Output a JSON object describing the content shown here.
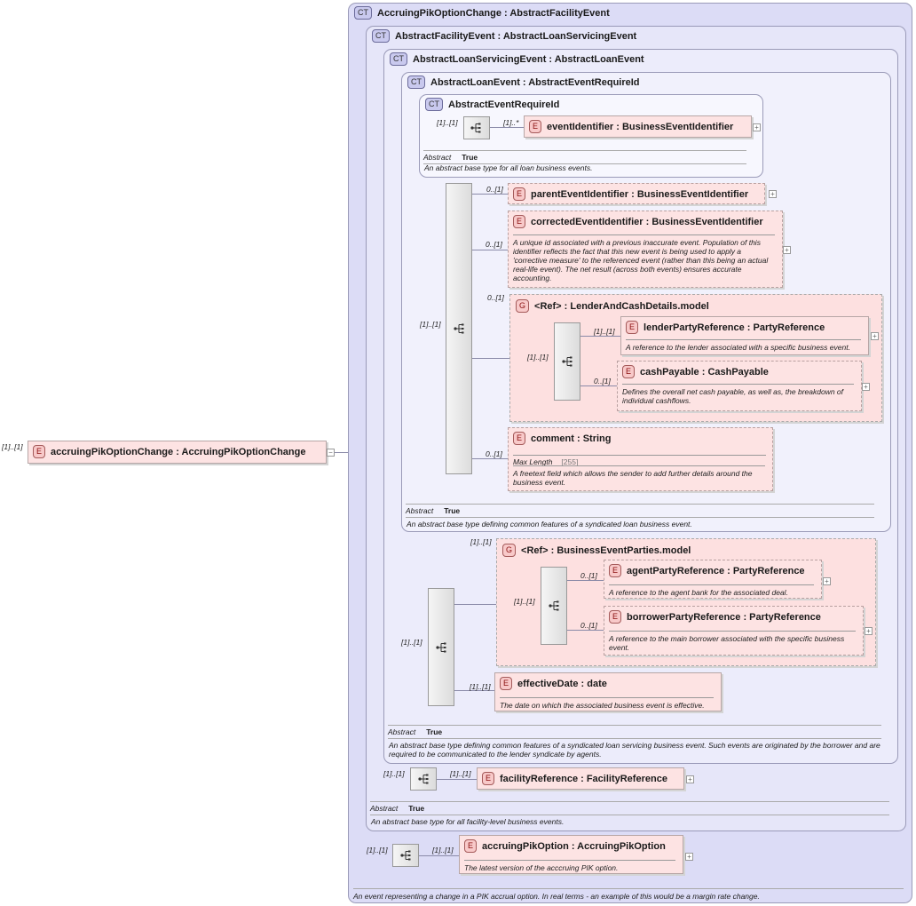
{
  "root": {
    "mult": "[1]..[1]",
    "badge": "E",
    "label": "accruingPikOptionChange : AccruingPikOptionChange"
  },
  "types": {
    "t0": {
      "badge": "CT",
      "label": "AccruingPikOptionChange : AbstractFacilityEvent",
      "doc": "An event representing a change in a PIK accrual option. In real terms - an example of this would be a margin rate change."
    },
    "t1": {
      "badge": "CT",
      "label": "AbstractFacilityEvent : AbstractLoanServicingEvent",
      "abstract_label": "Abstract",
      "abstract_value": "True",
      "doc": "An abstract base type for all facility-level business events."
    },
    "t2": {
      "badge": "CT",
      "label": "AbstractLoanServicingEvent : AbstractLoanEvent",
      "abstract_label": "Abstract",
      "abstract_value": "True",
      "doc": "An abstract base type defining common features of a syndicated loan servicing business event. Such events are originated by the borrower and are required to be communicated to the lender syndicate by agents."
    },
    "t3": {
      "badge": "CT",
      "label": "AbstractLoanEvent : AbstractEventRequireId",
      "abstract_label": "Abstract",
      "abstract_value": "True",
      "doc": "An abstract base type defining common features of a syndicated loan business event."
    },
    "t4": {
      "badge": "CT",
      "label": "AbstractEventRequireId",
      "abstract_label": "Abstract",
      "abstract_value": "True",
      "doc": "An abstract base type for all loan business events."
    }
  },
  "elements": {
    "eventIdentifier": {
      "badge": "E",
      "label": "eventIdentifier : BusinessEventIdentifier",
      "mult": "[1]..*",
      "seq_mult": "[1]..[1]"
    },
    "parentEventIdentifier": {
      "badge": "E",
      "label": "parentEventIdentifier : BusinessEventIdentifier",
      "mult": "0..[1]"
    },
    "correctedEventIdentifier": {
      "badge": "E",
      "label": "correctedEventIdentifier : BusinessEventIdentifier",
      "mult": "0..[1]",
      "doc": "A unique id associated with a previous inaccurate event. Population of this identifier reflects the fact that this new event is being used to apply a 'corrective measure' to the referenced event (rather than this being an actual real-life event). The net result (across both events) ensures accurate accounting."
    },
    "lenderGroup": {
      "badge": "G",
      "label": "<Ref>      : LenderAndCashDetails.model",
      "mult": "0..[1]",
      "seq_mult": "[1]..[1]"
    },
    "lenderPartyReference": {
      "badge": "E",
      "label": "lenderPartyReference : PartyReference",
      "mult": "[1]..[1]",
      "doc": "A reference to the lender associated with a specific business event."
    },
    "cashPayable": {
      "badge": "E",
      "label": "cashPayable : CashPayable",
      "mult": "0..[1]",
      "doc": "Defines the overall net cash payable, as well as, the breakdown of individual cashflows."
    },
    "comment": {
      "badge": "E",
      "label": "comment : String",
      "mult": "0..[1]",
      "maxlen_label": "Max Length",
      "maxlen_value": "[255]",
      "doc": "A freetext field which allows the sender to add further details around the business event."
    },
    "loanSeqMult": "[1]..[1]",
    "partiesGroup": {
      "badge": "G",
      "label": "<Ref>      : BusinessEventParties.model",
      "mult": "[1]..[1]",
      "seq_mult": "[1]..[1]"
    },
    "agentPartyReference": {
      "badge": "E",
      "label": "agentPartyReference : PartyReference",
      "mult": "0..[1]",
      "doc": "A reference to the agent bank for the associated deal."
    },
    "borrowerPartyReference": {
      "badge": "E",
      "label": "borrowerPartyReference : PartyReference",
      "mult": "0..[1]",
      "doc": "A reference to the main borrower associated with the specific business event."
    },
    "effectiveDate": {
      "badge": "E",
      "label": "effectiveDate : date",
      "mult": "[1]..[1]",
      "doc": "The date on which the associated business event is effective."
    },
    "servicingSeqMult": "[1]..[1]",
    "facilityReference": {
      "badge": "E",
      "label": "facilityReference : FacilityReference",
      "mult": "[1]..[1]",
      "seq_mult": "[1]..[1]"
    },
    "accruingPikOption": {
      "badge": "E",
      "label": "accruingPikOption : AccruingPikOption",
      "mult": "[1]..[1]",
      "seq_mult": "[1]..[1]",
      "doc": "The latest version of the acccruing PIK option."
    }
  },
  "colors": {
    "complex_type_bg": "#dcdcf6",
    "element_bg": "#fde3e3",
    "line": "#8a8aa8"
  }
}
